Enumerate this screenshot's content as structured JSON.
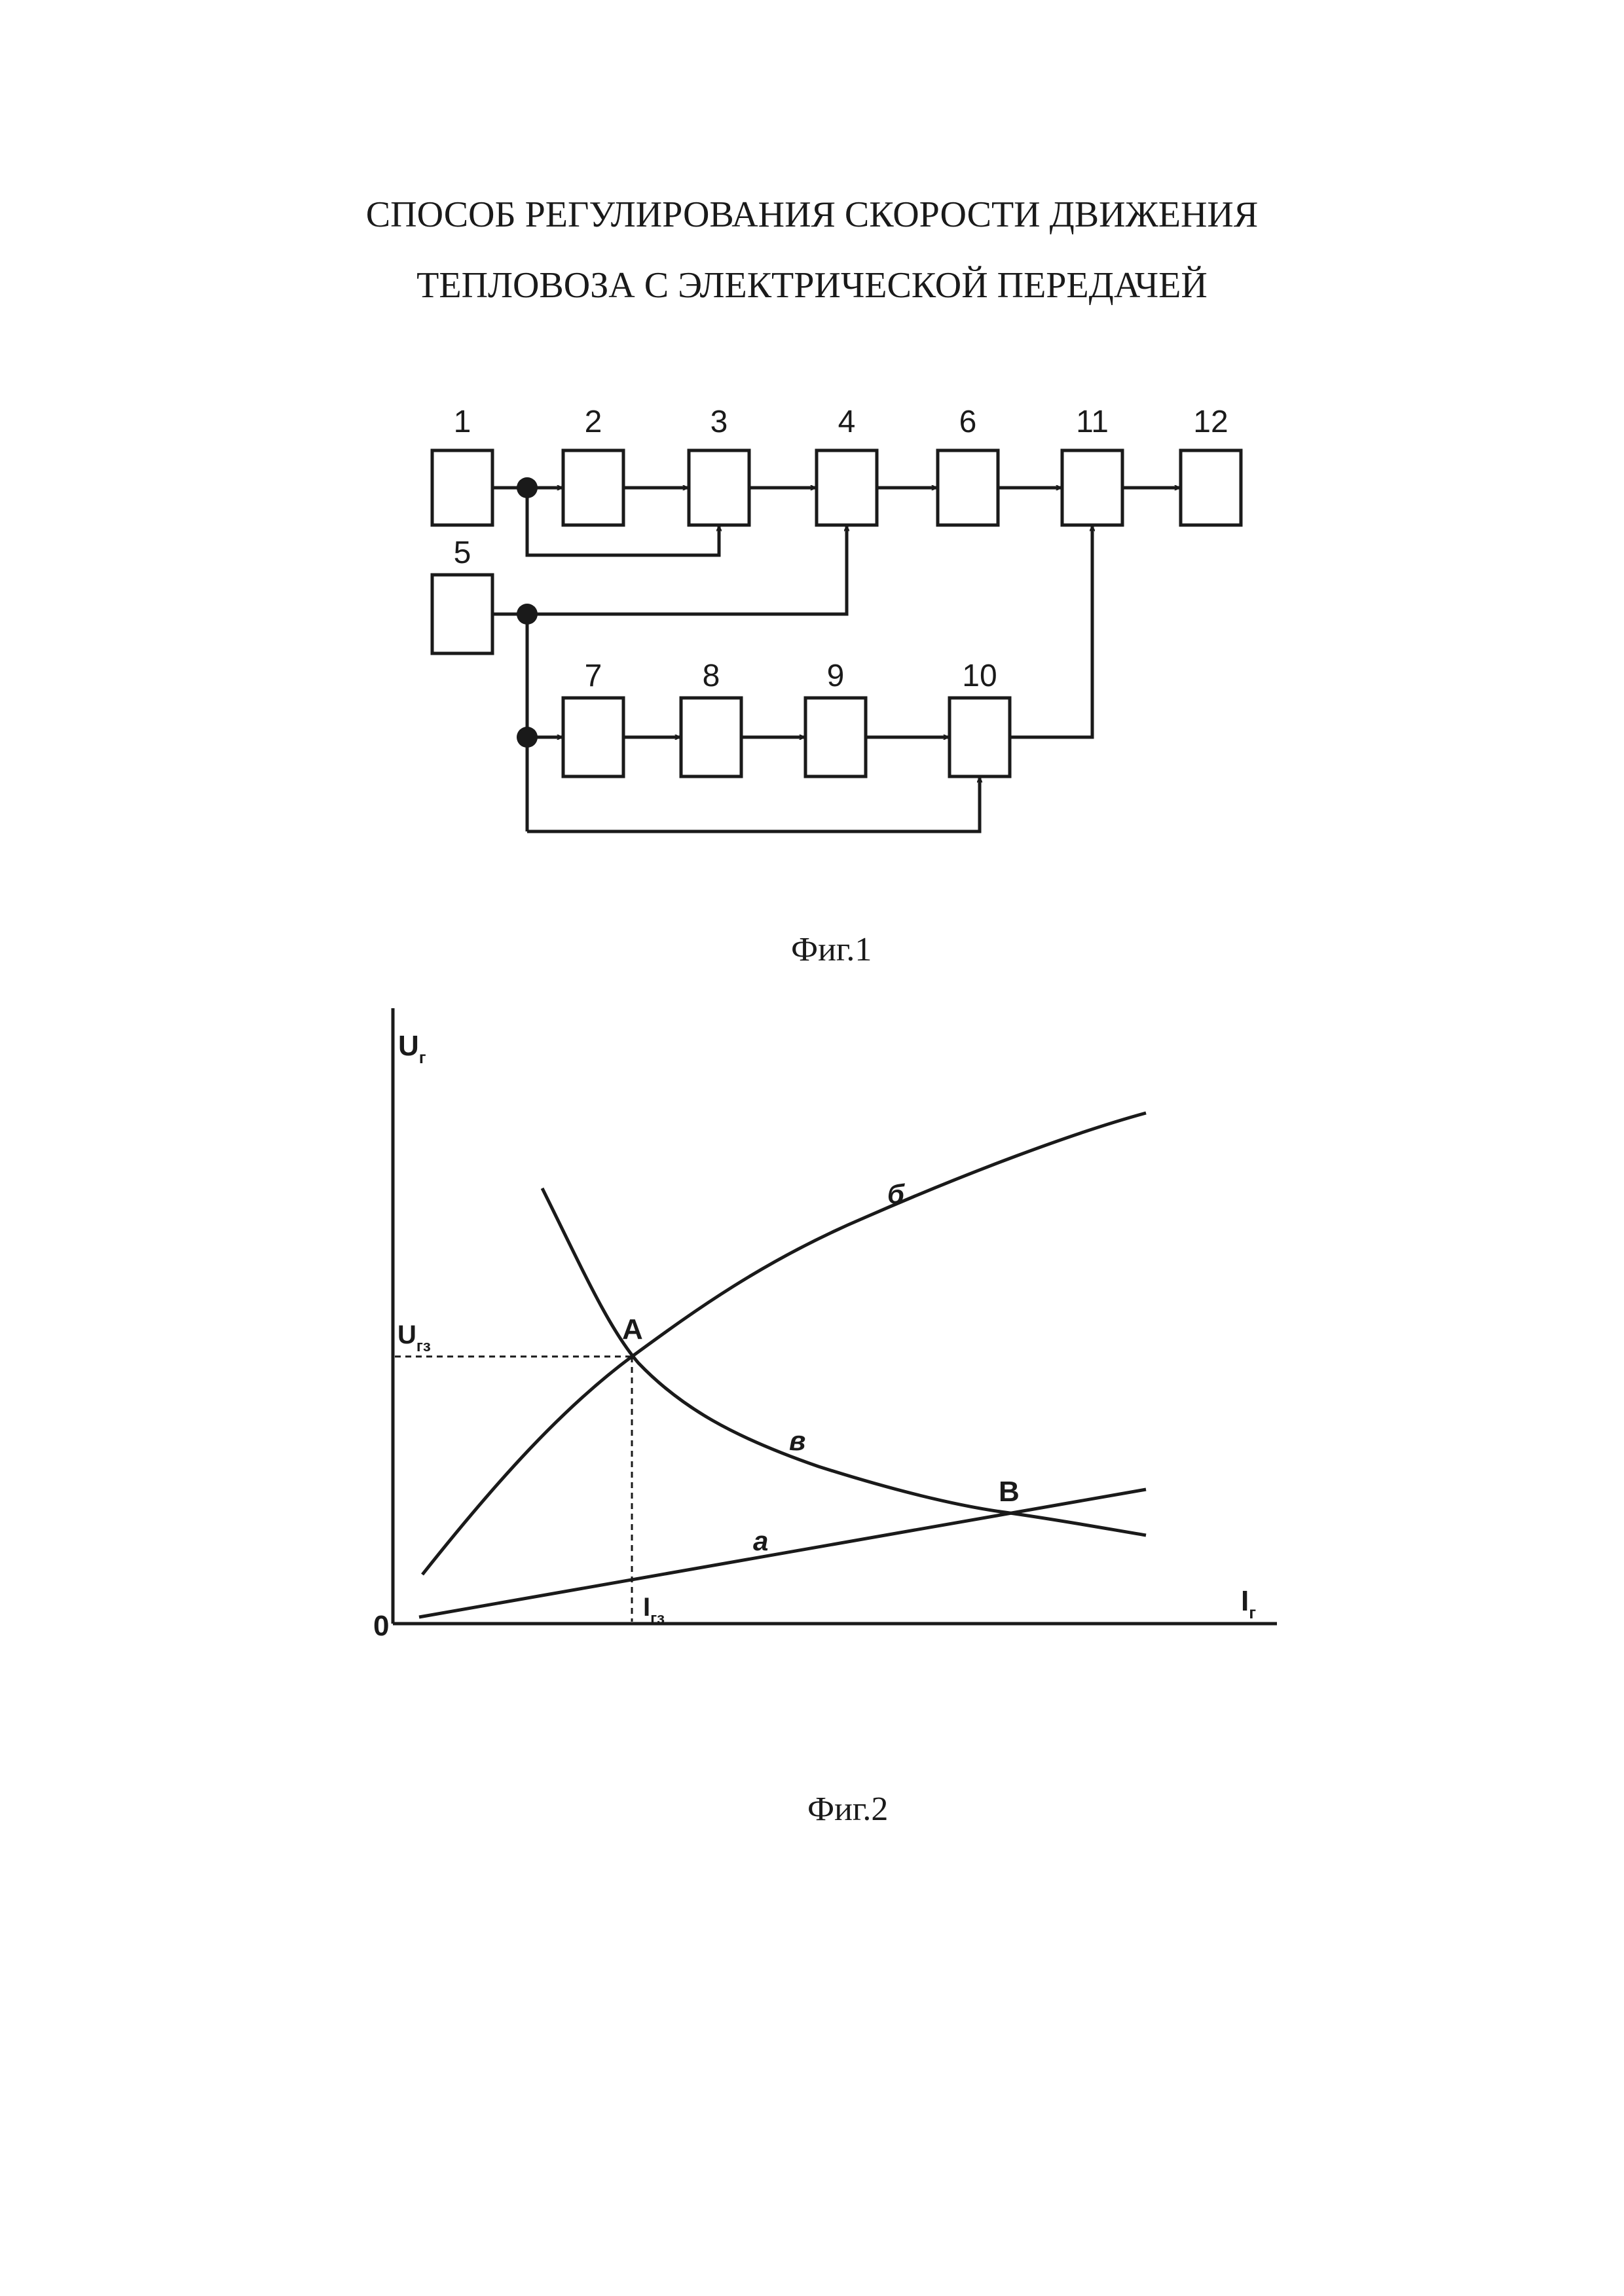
{
  "title": {
    "line1": "СПОСОБ РЕГУЛИРОВАНИЯ СКОРОСТИ ДВИЖЕНИЯ",
    "line2": "ТЕПЛОВОЗА С ЭЛЕКТРИЧЕСКОЙ ПЕРЕДАЧЕЙ"
  },
  "fig1": {
    "caption": "Фиг.1",
    "blocks": [
      "1",
      "2",
      "3",
      "4",
      "5",
      "6",
      "7",
      "8",
      "9",
      "10",
      "11",
      "12"
    ]
  },
  "fig2": {
    "caption": "Фиг.2",
    "axis_y": {
      "main": "U",
      "sub": "г"
    },
    "axis_x": {
      "main": "I",
      "sub": "г"
    },
    "origin": "0",
    "ug3": {
      "main": "U",
      "sub": "гз"
    },
    "ig3": {
      "main": "I",
      "sub": "гз"
    },
    "point_a": "A",
    "point_b": "B",
    "curve_a": "а",
    "curve_b": "б",
    "curve_v": "в"
  },
  "colors": {
    "ink": "#1a1a1a",
    "paper": "#ffffff"
  }
}
